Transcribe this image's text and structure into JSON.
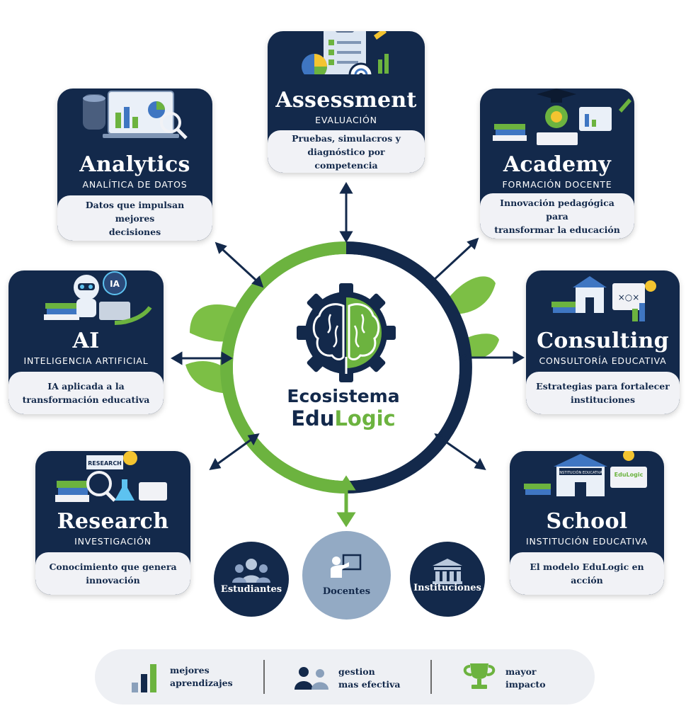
{
  "center": {
    "line1": "Ecosistema",
    "line2_a": "Edu",
    "line2_b": "Logic"
  },
  "modules": {
    "assessment": {
      "title": "Assessment",
      "subtitle": "EVALUACIÓN",
      "description": "Pruebas, simulacros y\ndiagnóstico por competencia"
    },
    "analytics": {
      "title": "Analytics",
      "subtitle": "ANALÍTICA DE DATOS",
      "description": "Datos que impulsan mejores\ndecisiones"
    },
    "academy": {
      "title": "Academy",
      "subtitle": "FORMACIÓN DOCENTE",
      "description": "Innovación pedagógica para\ntransformar la educación"
    },
    "ai": {
      "title": "AI",
      "subtitle": "INTELIGENCIA ARTIFICIAL",
      "description": "IA aplicada a la\ntransformación educativa"
    },
    "consulting": {
      "title": "Consulting",
      "subtitle": "CONSULTORÍA EDUCATIVA",
      "description": "Estrategias para fortalecer\ninstituciones"
    },
    "research": {
      "title": "Research",
      "subtitle": "INVESTIGACIÓN",
      "description": "Conocimiento que genera\ninnovación"
    },
    "school": {
      "title": "School",
      "subtitle": "INSTITUCIÓN EDUCATIVA",
      "description": "El modelo EduLogic en\nacción"
    }
  },
  "illustration_text": {
    "ai_badge": "IA",
    "research_book": "RESEARCH",
    "school_sign": "INSTITUCIÓN EDUCATIVA",
    "school_badge": "EduLogic"
  },
  "audiences": {
    "students": "Estudiantes",
    "teachers": "Docentes",
    "institutions": "Instituciones"
  },
  "benefits": [
    {
      "icon": "bar-chart-icon",
      "line1": "mejores",
      "line2": "aprendizajes"
    },
    {
      "icon": "people-icon",
      "line1": "gestion",
      "line2": "mas efectiva"
    },
    {
      "icon": "trophy-icon",
      "line1": "mayor",
      "line2": "impacto"
    }
  ],
  "colors": {
    "navy": "#13294b",
    "green": "#6cb33f",
    "light": "#f1f2f6",
    "steel": "#93aac4"
  }
}
